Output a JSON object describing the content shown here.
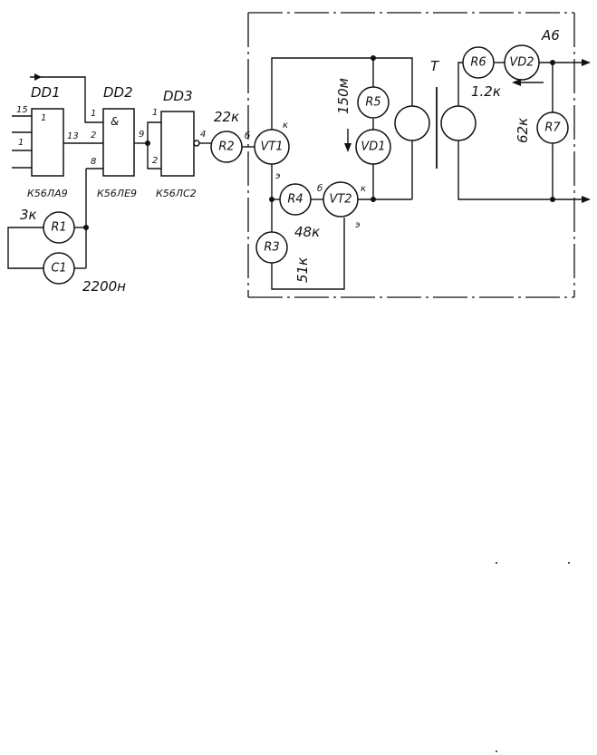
{
  "gates": {
    "dd1": {
      "name": "DD1",
      "symbol": "1",
      "type": "К56ЛА9",
      "pin_top": "15",
      "pin_mid": "1",
      "pin_out": "13"
    },
    "dd2": {
      "name": "DD2",
      "symbol": "&",
      "type": "К56ЛЕ9",
      "pin_a": "1",
      "pin_b": "2",
      "pin_c": "8",
      "pin_out": "9"
    },
    "dd3": {
      "name": "DD3",
      "type": "К56ЛС2",
      "pin_a": "1",
      "pin_b": "2",
      "pin_out": "4"
    }
  },
  "components": {
    "r1": {
      "ref": "R1",
      "value": "3к"
    },
    "c1": {
      "ref": "C1",
      "value": "2200н"
    },
    "r2": {
      "ref": "R2",
      "value": "22к"
    },
    "vt1": {
      "ref": "VT1",
      "base": "б",
      "collector": "к",
      "emitter": "э"
    },
    "r4": {
      "ref": "R4",
      "value": "48к"
    },
    "vt2": {
      "ref": "VT2",
      "base": "б",
      "collector": "к",
      "emitter": "э"
    },
    "r3": {
      "ref": "R3",
      "value": "51к"
    },
    "r5": {
      "ref": "R5",
      "value": "150м"
    },
    "vd1": {
      "ref": "VD1"
    },
    "transformer": {
      "ref": "T"
    },
    "r6": {
      "ref": "R6",
      "value": "1.2к"
    },
    "vd2": {
      "ref": "VD2"
    },
    "r7": {
      "ref": "R7",
      "value": "62к"
    }
  },
  "block": {
    "ref": "A6"
  }
}
